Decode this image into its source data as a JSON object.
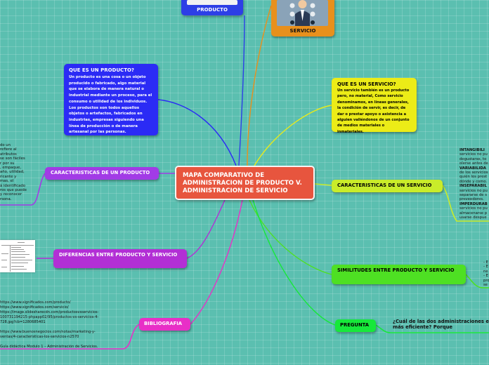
{
  "central": {
    "title": "MAPA COMPARATIVO DE ADMINISTRACION DE PRODUCTO V. ADMINISTRACION DE SERVICIO"
  },
  "top": {
    "producto": "PRODUCTO",
    "servicio": "SERVICIO"
  },
  "left": {
    "que_es_producto": {
      "heading": "QUE ES UN PRODUCTO?",
      "body1": "Un producto es una cosa o un objeto producido o fabricado, algo material que se elabora de manera natural o industrial mediante un proceso, para el consumo o utilidad de los individuos.",
      "body2": "Los productos son todos aquellos objetos o artefactos, fabricados en industrias, empresas siguiendo una línea de producción o de manera artesanal por las personas."
    },
    "caracteristicas_producto": "CARACTERISTICAS DE UN PRODUCTO",
    "caracteristicas_text": [
      "do un",
      "refiere al",
      "atributos",
      "se son fáciles",
      "r por su",
      ", empaque,",
      "año, utilidad,",
      "ricante y",
      "mas, el",
      "á identificado",
      "ros que puede",
      "y reconocer",
      "rsona."
    ],
    "diferencias": "DIFERENCIAS ENTRE PRODUCTO Y SERVICIO",
    "bibliografia": "BIBLIOGRAFIA",
    "bib_refs": [
      "https://www.significados.com/producto/",
      "https://www.significados.com/servicio/",
      "https://image.slidesharecdn.com/productosvsservicios-",
      "100731194215-phpapp02/95/productos-vs-servicios-4-",
      "728.jpg?cb=1280685401",
      "",
      "https://www.buenosnegocios.com/notas/marketing-y-",
      "ventas/4-caracteristicas-los-servicios-n2570",
      "",
      "Guía didáctica Modulo 1 – Administración de Servicios."
    ]
  },
  "right": {
    "que_es_servicio": {
      "heading": "QUE ES UN SERVICIO?",
      "body": "Un servicio también es un producto pero, no material, Como servicio denominamos, en líneas generales, la condición de servir, es decir, de dar o prestar apoyo o asistencia a alguien valiéndonos de un conjunto de medios materiales o inmateriales."
    },
    "caracteristicas_servicio": "CARACTERISTICAS DE UN SERVICIO",
    "caracteristicas_text": [
      {
        "t": "INTANGIBILI",
        "b": true
      },
      {
        "t": "servicios no pu",
        "b": false
      },
      {
        "t": "degustarse, to",
        "b": false
      },
      {
        "t": "olerse antes de",
        "b": false
      },
      {
        "t": "VARIABILIDA",
        "b": true
      },
      {
        "t": "de los servicios",
        "b": false
      },
      {
        "t": "quién los prest",
        "b": false
      },
      {
        "t": "dónde y como.",
        "b": false
      },
      {
        "t": "INSEPARABIL",
        "b": true
      },
      {
        "t": "servicios no pu",
        "b": false
      },
      {
        "t": "separarse de s",
        "b": false
      },
      {
        "t": "proveedores.",
        "b": false
      },
      {
        "t": "IMPERDURAB",
        "b": true
      },
      {
        "t": "servicios no pu",
        "b": false
      },
      {
        "t": "almacenarse p",
        "b": false
      },
      {
        "t": "usarse despue",
        "b": false
      }
    ],
    "similitudes": "SIMILITUDES  ENTRE PRODUCTO Y SERVICIO",
    "similitudes_text": [
      "- E",
      "- E",
      "ne",
      "- E",
      "pro",
      "se"
    ],
    "pregunta": "PREGUNTA",
    "pregunta_text": "¿Cuál de las dos administraciones es más eficiente? Porque"
  },
  "colors": {
    "background": "#5bbfb0",
    "central": "#e7553e",
    "blue": "#2b2bf5",
    "yellow": "#ecec17",
    "purple": "#a23be6",
    "magenta": "#b22fd5",
    "pink": "#e82fc7",
    "lime": "#c9ec2a",
    "green": "#4ee023"
  }
}
